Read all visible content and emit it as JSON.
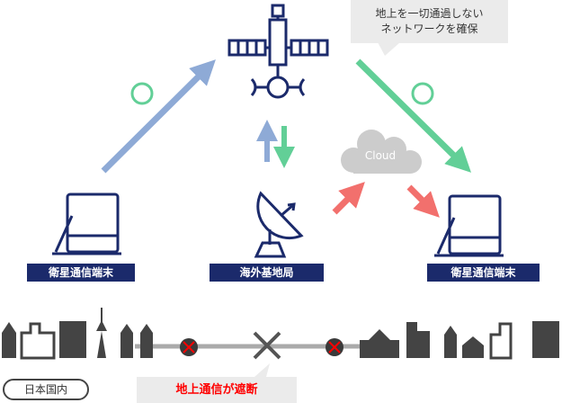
{
  "callout_top": {
    "line1": "地上を一切通過しない",
    "line2": "ネットワークを確保"
  },
  "cloud_label": "Cloud",
  "labels": {
    "left_terminal": "衛星通信端末",
    "ground_station": "海外基地局",
    "right_terminal": "衛星通信端末"
  },
  "domestic_label": "日本国内",
  "blocked_label": "地上通信が遮断",
  "colors": {
    "navy": "#1b2a6b",
    "blue_arrow": "#8eaad6",
    "green_arrow": "#62cf97",
    "red_arrow": "#f2706d",
    "building": "#444444"
  }
}
